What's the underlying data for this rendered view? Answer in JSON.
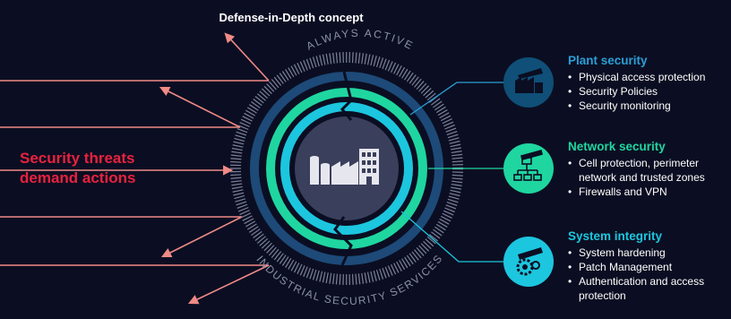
{
  "title": "Defense-in-Depth concept",
  "threat": {
    "line1": "Security threats",
    "line2": "demand actions"
  },
  "ring": {
    "top": "ALWAYS ACTIVE",
    "bottom": "INDUSTRIAL SECURITY SERVICES"
  },
  "sections": [
    {
      "title": "Plant security",
      "icon": "factory-padlock-icon",
      "items": [
        "Physical access protection",
        "Security Policies",
        "Security monitoring"
      ]
    },
    {
      "title": "Network security",
      "icon": "network-topology-icon",
      "items": [
        "Cell protection, perimeter network and trusted zones",
        "Firewalls and VPN"
      ]
    },
    {
      "title": "System integrity",
      "icon": "gear-padlock-icon",
      "items": [
        "System hardening",
        "Patch Management",
        "Authentication and access protection"
      ]
    }
  ],
  "colors": {
    "background": "#0b0e22",
    "threat": "#e8213e",
    "arrow": "#f08a86",
    "plant": "#2a9fd6",
    "network": "#1fd6a0",
    "system": "#1cc6df",
    "center": "#3a3f5c"
  }
}
